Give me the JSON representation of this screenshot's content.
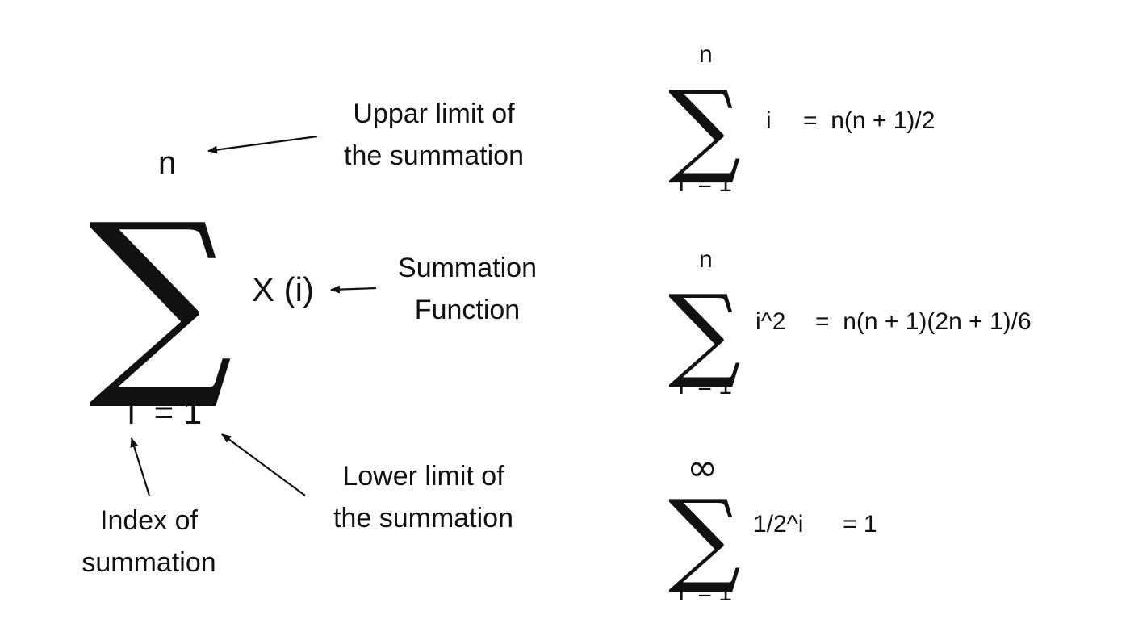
{
  "anatomy": {
    "upper_limit": "n",
    "sigma": "∑",
    "function": "X (i)",
    "lower_limit": "i  = 1",
    "labels": {
      "upper": [
        "Uppar limit of",
        "the summation"
      ],
      "function": [
        "Summation",
        "Function"
      ],
      "lower": [
        "Lower limit of",
        "the summation"
      ],
      "index": [
        "Index of",
        "summation"
      ]
    }
  },
  "formulas": [
    {
      "upper": "n",
      "sigma": "∑",
      "term": "i",
      "result": "=  n(n + 1)/2",
      "lower": "i  = 1"
    },
    {
      "upper": "n",
      "sigma": "∑",
      "term": "i^2",
      "result": "=  n(n + 1)(2n + 1)/6",
      "lower": "i  = 1"
    },
    {
      "upper": "∞",
      "sigma": "∑",
      "term": "1/2^i",
      "result": "= 1",
      "lower": "i  = 1"
    }
  ]
}
